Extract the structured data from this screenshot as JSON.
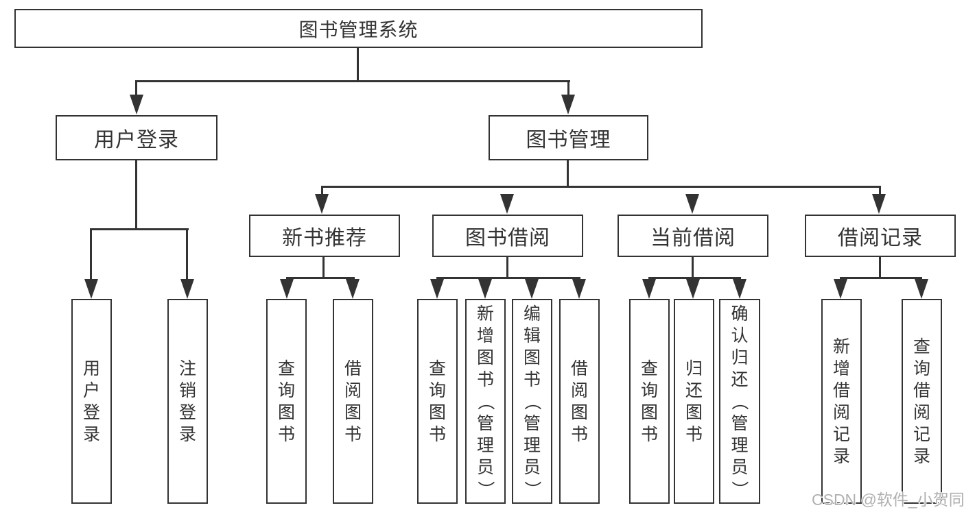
{
  "diagram": {
    "title": "图书管理系统",
    "level2": {
      "user_login": "用户登录",
      "book_management": "图书管理"
    },
    "level3": {
      "new_book": "新书推荐",
      "book_borrow": "图书借阅",
      "current_borrow": "当前借阅",
      "borrow_record": "借阅记录"
    },
    "leaves": {
      "user_login": [
        "用户登录",
        "注销登录"
      ],
      "new_book": [
        "查询图书",
        "借阅图书"
      ],
      "book_borrow": [
        "查询图书",
        "新增图书（管理员）",
        "编辑图书（管理员）",
        "借阅图书"
      ],
      "current_borrow": [
        "查询图书",
        "归还图书",
        "确认归还（管理员）"
      ],
      "borrow_record": [
        "新增借阅记录",
        "查询借阅记录"
      ]
    },
    "watermark": "CSDN @软件_小贺同学",
    "colors": {
      "line": "#333333",
      "box_border": "#333333",
      "box_bg": "#ffffff",
      "text": "#333333",
      "watermark": "#b0b0b0"
    }
  }
}
